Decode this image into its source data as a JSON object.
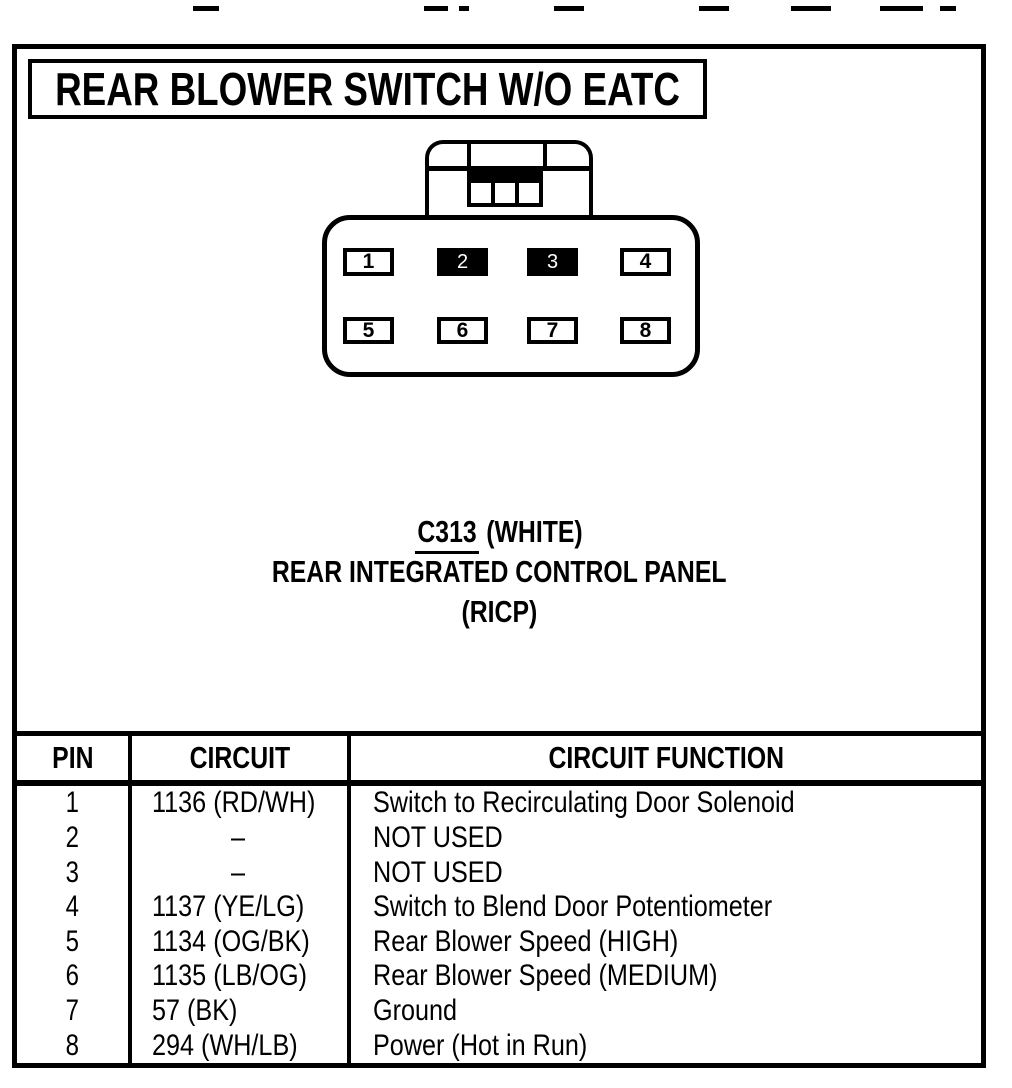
{
  "title": "REAR BLOWER SWITCH W/O EATC",
  "connector": {
    "pins": [
      {
        "label": "1",
        "filled": false
      },
      {
        "label": "2",
        "filled": true
      },
      {
        "label": "3",
        "filled": true
      },
      {
        "label": "4",
        "filled": false
      },
      {
        "label": "5",
        "filled": false
      },
      {
        "label": "6",
        "filled": false
      },
      {
        "label": "7",
        "filled": false
      },
      {
        "label": "8",
        "filled": false
      }
    ],
    "caption": {
      "id": "C313",
      "color": "(WHITE)",
      "name": "REAR INTEGRATED CONTROL PANEL",
      "abbreviation": "(RICP)"
    }
  },
  "table": {
    "headers": {
      "pin": "PIN",
      "circuit": "CIRCUIT",
      "function": "CIRCUIT FUNCTION"
    },
    "rows": [
      {
        "pin": "1",
        "circuit": "1136 (RD/WH)",
        "function": "Switch to Recirculating Door Solenoid"
      },
      {
        "pin": "2",
        "circuit": "–",
        "function": "NOT USED"
      },
      {
        "pin": "3",
        "circuit": "–",
        "function": "NOT USED"
      },
      {
        "pin": "4",
        "circuit": "1137 (YE/LG)",
        "function": "Switch to Blend Door Potentiometer"
      },
      {
        "pin": "5",
        "circuit": "1134 (OG/BK)",
        "function": "Rear Blower Speed (HIGH)"
      },
      {
        "pin": "6",
        "circuit": "1135 (LB/OG)",
        "function": "Rear Blower Speed (MEDIUM)"
      },
      {
        "pin": "7",
        "circuit": "57 (BK)",
        "function": "Ground"
      },
      {
        "pin": "8",
        "circuit": "294 (WH/LB)",
        "function": "Power (Hot in Run)"
      }
    ]
  },
  "colors": {
    "ink": "#000000",
    "paper": "#ffffff"
  }
}
